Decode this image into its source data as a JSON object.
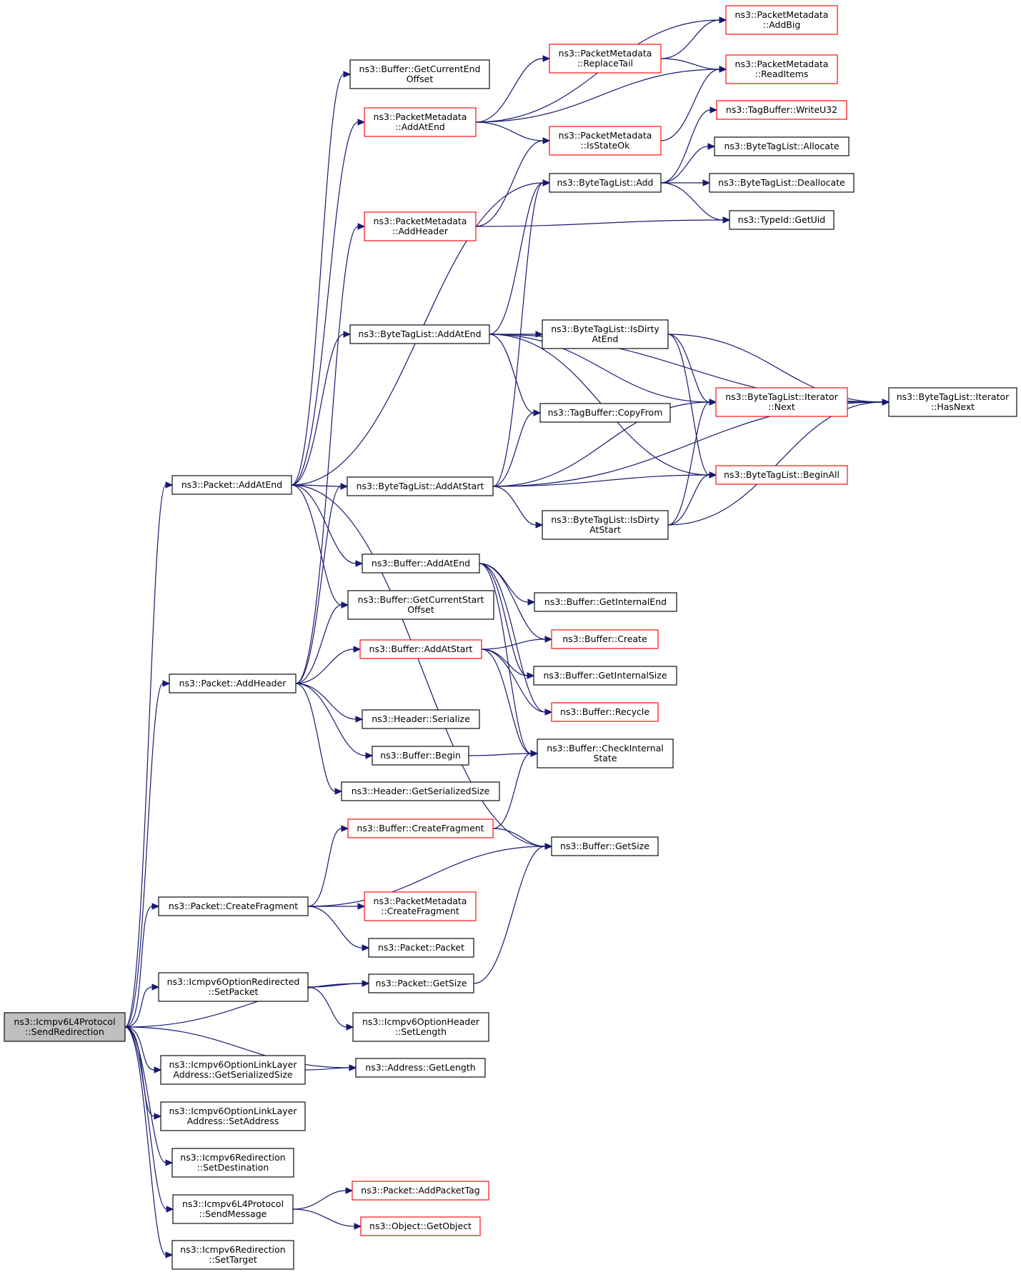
{
  "graph": {
    "nodes": [
      {
        "id": "root",
        "lines": [
          "ns3::Icmpv6L4Protocol",
          "::SendRedirection"
        ],
        "style": "root"
      },
      {
        "id": "pkt_addatend",
        "lines": [
          "ns3::Packet::AddAtEnd"
        ],
        "style": "black"
      },
      {
        "id": "pkt_addheader",
        "lines": [
          "ns3::Packet::AddHeader"
        ],
        "style": "black"
      },
      {
        "id": "pkt_createfrag",
        "lines": [
          "ns3::Packet::CreateFragment"
        ],
        "style": "black"
      },
      {
        "id": "pkt_getsize",
        "lines": [
          "ns3::Packet::GetSize"
        ],
        "style": "black"
      },
      {
        "id": "redir_setpacket",
        "lines": [
          "ns3::Icmpv6OptionRedirected",
          "::SetPacket"
        ],
        "style": "black"
      },
      {
        "id": "ll_getserial",
        "lines": [
          "ns3::Icmpv6OptionLinkLayer",
          "Address::GetSerializedSize"
        ],
        "style": "black"
      },
      {
        "id": "ll_setaddr",
        "lines": [
          "ns3::Icmpv6OptionLinkLayer",
          "Address::SetAddress"
        ],
        "style": "black"
      },
      {
        "id": "redir_setdest",
        "lines": [
          "ns3::Icmpv6Redirection",
          "::SetDestination"
        ],
        "style": "black"
      },
      {
        "id": "l4_sendmsg",
        "lines": [
          "ns3::Icmpv6L4Protocol",
          "::SendMessage"
        ],
        "style": "black"
      },
      {
        "id": "redir_settarget",
        "lines": [
          "ns3::Icmpv6Redirection",
          "::SetTarget"
        ],
        "style": "black"
      },
      {
        "id": "buf_getcurend",
        "lines": [
          "ns3::Buffer::GetCurrentEnd",
          "Offset"
        ],
        "style": "black"
      },
      {
        "id": "pm_addatend",
        "lines": [
          "ns3::PacketMetadata",
          "::AddAtEnd"
        ],
        "style": "red"
      },
      {
        "id": "pm_addheader",
        "lines": [
          "ns3::PacketMetadata",
          "::AddHeader"
        ],
        "style": "red"
      },
      {
        "id": "btl_addatend",
        "lines": [
          "ns3::ByteTagList::AddAtEnd"
        ],
        "style": "black"
      },
      {
        "id": "btl_addatstart",
        "lines": [
          "ns3::ByteTagList::AddAtStart"
        ],
        "style": "black"
      },
      {
        "id": "buf_addatend",
        "lines": [
          "ns3::Buffer::AddAtEnd"
        ],
        "style": "black"
      },
      {
        "id": "buf_getcurstart",
        "lines": [
          "ns3::Buffer::GetCurrentStart",
          "Offset"
        ],
        "style": "black"
      },
      {
        "id": "buf_addatstart",
        "lines": [
          "ns3::Buffer::AddAtStart"
        ],
        "style": "red"
      },
      {
        "id": "hdr_serialize",
        "lines": [
          "ns3::Header::Serialize"
        ],
        "style": "black"
      },
      {
        "id": "buf_begin",
        "lines": [
          "ns3::Buffer::Begin"
        ],
        "style": "black"
      },
      {
        "id": "hdr_getserial",
        "lines": [
          "ns3::Header::GetSerializedSize"
        ],
        "style": "black"
      },
      {
        "id": "buf_createfrag",
        "lines": [
          "ns3::Buffer::CreateFragment"
        ],
        "style": "red"
      },
      {
        "id": "pm_createfrag",
        "lines": [
          "ns3::PacketMetadata",
          "::CreateFragment"
        ],
        "style": "red"
      },
      {
        "id": "pkt_packet",
        "lines": [
          "ns3::Packet::Packet"
        ],
        "style": "black"
      },
      {
        "id": "opthdr_setlen",
        "lines": [
          "ns3::Icmpv6OptionHeader",
          "::SetLength"
        ],
        "style": "black"
      },
      {
        "id": "addr_getlen",
        "lines": [
          "ns3::Address::GetLength"
        ],
        "style": "black"
      },
      {
        "id": "pkt_addpkttag",
        "lines": [
          "ns3::Packet::AddPacketTag"
        ],
        "style": "red"
      },
      {
        "id": "obj_getobj",
        "lines": [
          "ns3::Object::GetObject"
        ],
        "style": "red"
      },
      {
        "id": "pm_replacetail",
        "lines": [
          "ns3::PacketMetadata",
          "::ReplaceTail"
        ],
        "style": "red"
      },
      {
        "id": "pm_isstateok",
        "lines": [
          "ns3::PacketMetadata",
          "::IsStateOk"
        ],
        "style": "red"
      },
      {
        "id": "btl_add",
        "lines": [
          "ns3::ByteTagList::Add"
        ],
        "style": "black"
      },
      {
        "id": "btl_isdirtyend",
        "lines": [
          "ns3::ByteTagList::IsDirty",
          "AtEnd"
        ],
        "style": "black"
      },
      {
        "id": "tb_copyfrom",
        "lines": [
          "ns3::TagBuffer::CopyFrom"
        ],
        "style": "black"
      },
      {
        "id": "btl_isdirtystart",
        "lines": [
          "ns3::ByteTagList::IsDirty",
          "AtStart"
        ],
        "style": "black"
      },
      {
        "id": "buf_getintend",
        "lines": [
          "ns3::Buffer::GetInternalEnd"
        ],
        "style": "black"
      },
      {
        "id": "buf_create",
        "lines": [
          "ns3::Buffer::Create"
        ],
        "style": "red"
      },
      {
        "id": "buf_getintsize",
        "lines": [
          "ns3::Buffer::GetInternalSize"
        ],
        "style": "black"
      },
      {
        "id": "buf_recycle",
        "lines": [
          "ns3::Buffer::Recycle"
        ],
        "style": "red"
      },
      {
        "id": "buf_checkint",
        "lines": [
          "ns3::Buffer::CheckInternal",
          "State"
        ],
        "style": "black"
      },
      {
        "id": "buf_getsize",
        "lines": [
          "ns3::Buffer::GetSize"
        ],
        "style": "black"
      },
      {
        "id": "pm_addbig",
        "lines": [
          "ns3::PacketMetadata",
          "::AddBig"
        ],
        "style": "red"
      },
      {
        "id": "pm_readitems",
        "lines": [
          "ns3::PacketMetadata",
          "::ReadItems"
        ],
        "style": "red"
      },
      {
        "id": "tb_writeu32",
        "lines": [
          "ns3::TagBuffer::WriteU32"
        ],
        "style": "red"
      },
      {
        "id": "btl_allocate",
        "lines": [
          "ns3::ByteTagList::Allocate"
        ],
        "style": "black"
      },
      {
        "id": "btl_deallocate",
        "lines": [
          "ns3::ByteTagList::Deallocate"
        ],
        "style": "black"
      },
      {
        "id": "typeid_getuid",
        "lines": [
          "ns3::TypeId::GetUid"
        ],
        "style": "black"
      },
      {
        "id": "btl_it_next",
        "lines": [
          "ns3::ByteTagList::Iterator",
          "::Next"
        ],
        "style": "red"
      },
      {
        "id": "btl_beginall",
        "lines": [
          "ns3::ByteTagList::BeginAll"
        ],
        "style": "red"
      },
      {
        "id": "btl_it_hasnext",
        "lines": [
          "ns3::ByteTagList::Iterator",
          "::HasNext"
        ],
        "style": "black"
      }
    ],
    "edges": [
      [
        "root",
        "pkt_addatend"
      ],
      [
        "root",
        "pkt_addheader"
      ],
      [
        "root",
        "pkt_createfrag"
      ],
      [
        "root",
        "pkt_getsize"
      ],
      [
        "root",
        "redir_setpacket"
      ],
      [
        "root",
        "ll_getserial"
      ],
      [
        "root",
        "addr_getlen"
      ],
      [
        "root",
        "ll_setaddr"
      ],
      [
        "root",
        "redir_setdest"
      ],
      [
        "root",
        "l4_sendmsg"
      ],
      [
        "root",
        "redir_settarget"
      ],
      [
        "pkt_addatend",
        "buf_getcurend"
      ],
      [
        "pkt_addatend",
        "pm_addatend"
      ],
      [
        "pkt_addatend",
        "btl_add"
      ],
      [
        "pkt_addatend",
        "btl_addatend"
      ],
      [
        "pkt_addatend",
        "btl_addatstart"
      ],
      [
        "pkt_addatend",
        "buf_addatend"
      ],
      [
        "pkt_addatend",
        "buf_getcurstart"
      ],
      [
        "pkt_addatend",
        "buf_getsize"
      ],
      [
        "pm_addatend",
        "pm_addbig"
      ],
      [
        "pm_addatend",
        "pm_replacetail"
      ],
      [
        "pm_addatend",
        "pm_readitems"
      ],
      [
        "pm_addatend",
        "pm_isstateok"
      ],
      [
        "pm_replacetail",
        "pm_addbig"
      ],
      [
        "pm_replacetail",
        "pm_readitems"
      ],
      [
        "pm_isstateok",
        "pm_readitems"
      ],
      [
        "btl_add",
        "tb_writeu32"
      ],
      [
        "btl_add",
        "btl_allocate"
      ],
      [
        "btl_add",
        "btl_deallocate"
      ],
      [
        "btl_add",
        "typeid_getuid"
      ],
      [
        "pm_addheader",
        "pm_isstateok"
      ],
      [
        "pm_addheader",
        "typeid_getuid"
      ],
      [
        "btl_addatend",
        "btl_add"
      ],
      [
        "btl_addatend",
        "btl_isdirtyend"
      ],
      [
        "btl_addatend",
        "btl_it_next"
      ],
      [
        "btl_addatend",
        "btl_it_hasnext"
      ],
      [
        "btl_addatend",
        "tb_copyfrom"
      ],
      [
        "btl_addatend",
        "btl_beginall"
      ],
      [
        "btl_isdirtyend",
        "btl_it_next"
      ],
      [
        "btl_isdirtyend",
        "btl_it_hasnext"
      ],
      [
        "btl_isdirtyend",
        "btl_beginall"
      ],
      [
        "btl_it_next",
        "btl_it_hasnext"
      ],
      [
        "btl_addatstart",
        "btl_add"
      ],
      [
        "btl_addatstart",
        "tb_copyfrom"
      ],
      [
        "btl_addatstart",
        "btl_it_next"
      ],
      [
        "btl_addatstart",
        "btl_beginall"
      ],
      [
        "btl_addatstart",
        "btl_isdirtystart"
      ],
      [
        "btl_addatstart",
        "btl_it_hasnext"
      ],
      [
        "btl_isdirtystart",
        "btl_it_next"
      ],
      [
        "btl_isdirtystart",
        "btl_beginall"
      ],
      [
        "btl_isdirtystart",
        "btl_it_hasnext"
      ],
      [
        "buf_addatend",
        "buf_getintend"
      ],
      [
        "buf_addatend",
        "buf_create"
      ],
      [
        "buf_addatend",
        "buf_getintsize"
      ],
      [
        "buf_addatend",
        "buf_recycle"
      ],
      [
        "buf_addatend",
        "buf_checkint"
      ],
      [
        "buf_addatstart",
        "buf_create"
      ],
      [
        "buf_addatstart",
        "buf_getintsize"
      ],
      [
        "buf_addatstart",
        "buf_recycle"
      ],
      [
        "buf_addatstart",
        "buf_checkint"
      ],
      [
        "pkt_addheader",
        "pm_addheader"
      ],
      [
        "pkt_addheader",
        "btl_addatstart"
      ],
      [
        "pkt_addheader",
        "buf_getcurstart"
      ],
      [
        "pkt_addheader",
        "buf_addatstart"
      ],
      [
        "pkt_addheader",
        "hdr_serialize"
      ],
      [
        "pkt_addheader",
        "buf_begin"
      ],
      [
        "pkt_addheader",
        "hdr_getserial"
      ],
      [
        "buf_begin",
        "buf_checkint"
      ],
      [
        "buf_createfrag",
        "buf_checkint"
      ],
      [
        "buf_createfrag",
        "buf_getsize"
      ],
      [
        "pkt_createfrag",
        "buf_createfrag"
      ],
      [
        "pkt_createfrag",
        "buf_getsize"
      ],
      [
        "pkt_createfrag",
        "pm_createfrag"
      ],
      [
        "pkt_createfrag",
        "pkt_packet"
      ],
      [
        "pkt_getsize",
        "buf_getsize"
      ],
      [
        "redir_setpacket",
        "pkt_getsize"
      ],
      [
        "redir_setpacket",
        "opthdr_setlen"
      ],
      [
        "ll_getserial",
        "addr_getlen"
      ],
      [
        "l4_sendmsg",
        "pkt_addpkttag"
      ],
      [
        "l4_sendmsg",
        "obj_getobj"
      ]
    ]
  }
}
